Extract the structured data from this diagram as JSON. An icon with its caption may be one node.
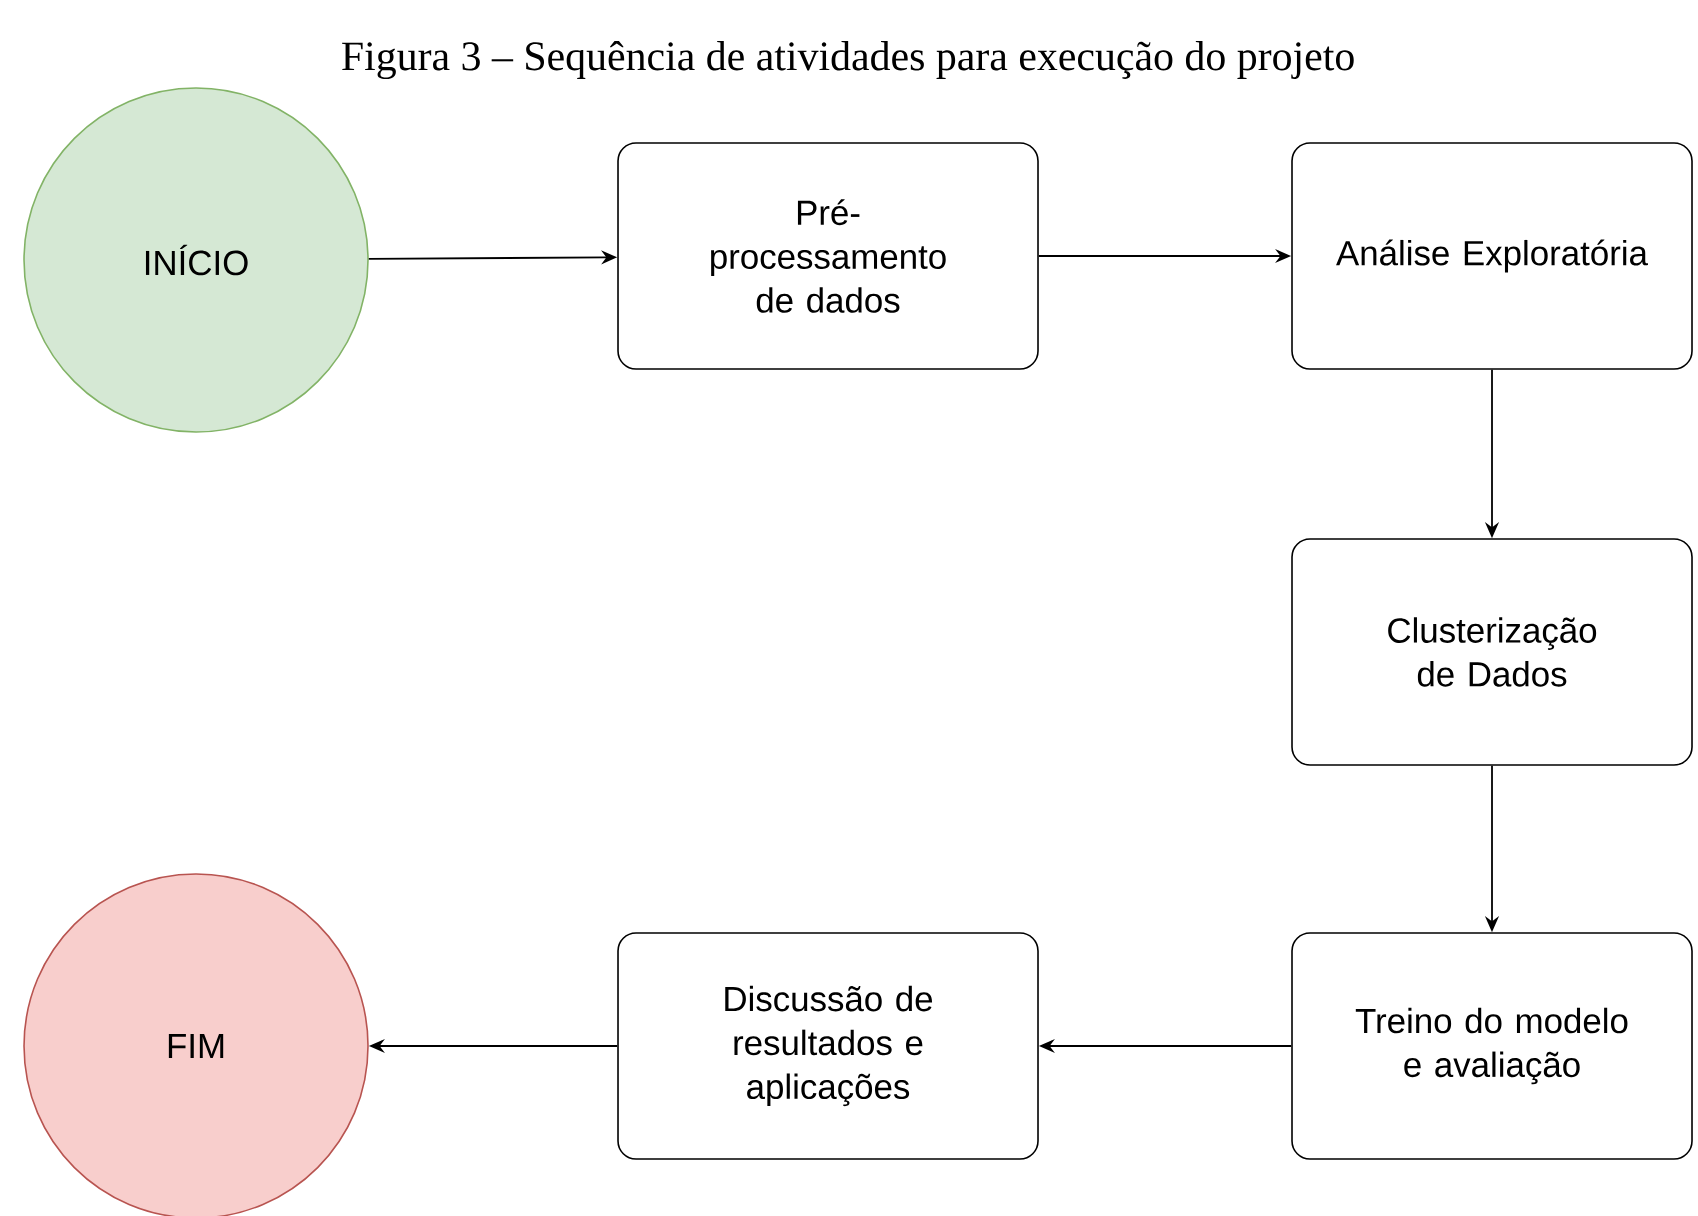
{
  "diagram": {
    "title": "Figura 3 – Sequência de atividades para execução do projeto",
    "nodes": [
      {
        "text": [
          "INÍCIO"
        ]
      },
      {
        "text": [
          "Pré-processamento de dados"
        ]
      },
      {
        "text": [
          "Análise Exploratória"
        ]
      },
      {
        "text": [
          "Clusterização de Dados"
        ]
      },
      {
        "text": [
          "Treino do modelo e avaliação"
        ]
      },
      {
        "text": [
          "Discussão de resultados e aplicações"
        ]
      },
      {
        "text": [
          "FIM"
        ]
      }
    ],
    "edges": [
      {
        "from": 0,
        "to": 1,
        "arrow": "to"
      },
      {
        "from": 1,
        "to": 2,
        "arrow": "to"
      },
      {
        "from": 2,
        "to": 3,
        "arrow": "to"
      },
      {
        "from": 3,
        "to": 4,
        "arrow": "to"
      },
      {
        "from": 4,
        "to": 5,
        "arrow": "to"
      },
      {
        "from": 5,
        "to": 6,
        "arrow": "to"
      }
    ]
  }
}
